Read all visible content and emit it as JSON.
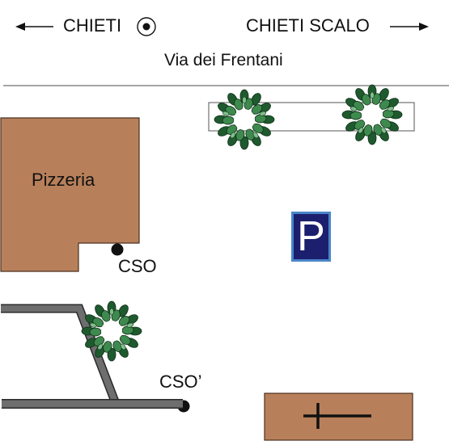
{
  "labels": {
    "left_direction": "CHIETI",
    "right_direction": "CHIETI SCALO",
    "street": "Via dei Frentani",
    "restaurant": "Pizzeria",
    "stop_primary": "CSO",
    "stop_secondary": "CSO’",
    "parking": "P"
  },
  "icons": {
    "left_arrow": "left-arrow-icon",
    "right_arrow": "right-arrow-icon",
    "target_marker": "target-icon",
    "parking_sign": "parking-sign-icon",
    "tree": "tree-icon",
    "cross": "cross-icon"
  },
  "colors": {
    "building": "#B8805A",
    "road": "#6E6E6E",
    "tree_dark": "#1E5A2E",
    "tree_mid": "#3E8A4E",
    "parking_fill": "#1C1E6E",
    "parking_frame": "#4A86C8",
    "marker": "#111111"
  }
}
